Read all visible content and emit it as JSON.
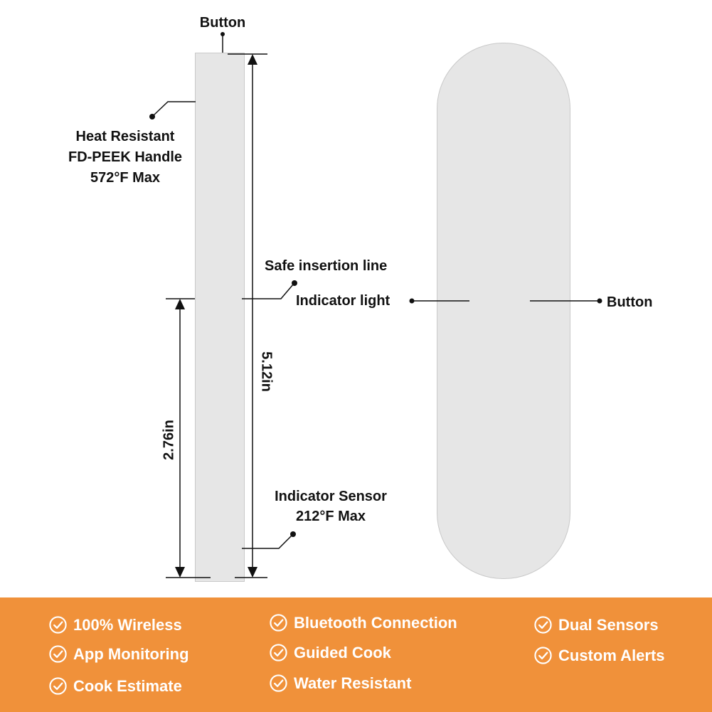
{
  "probe_labels": {
    "button_top": "Button",
    "handle_line1": "Heat Resistant",
    "handle_line2": "FD-PEEK Handle",
    "handle_line3": "572°F Max",
    "safe_insertion": "Safe insertion line",
    "total_length": "5.12in",
    "insertion_length": "2.76in",
    "sensor_line1": "Indicator Sensor",
    "sensor_line2": "212°F Max"
  },
  "base_labels": {
    "indicator_light": "Indicator light",
    "button": "Button"
  },
  "features": [
    "100% Wireless",
    "App Monitoring",
    "Cook Estimate",
    "Bluetooth Connection",
    "Guided Cook",
    "Water Resistant",
    "Dual Sensors",
    "Custom Alerts"
  ],
  "colors": {
    "banner": "#f0913a",
    "text_dark": "#111111",
    "text_light": "#ffffff"
  }
}
